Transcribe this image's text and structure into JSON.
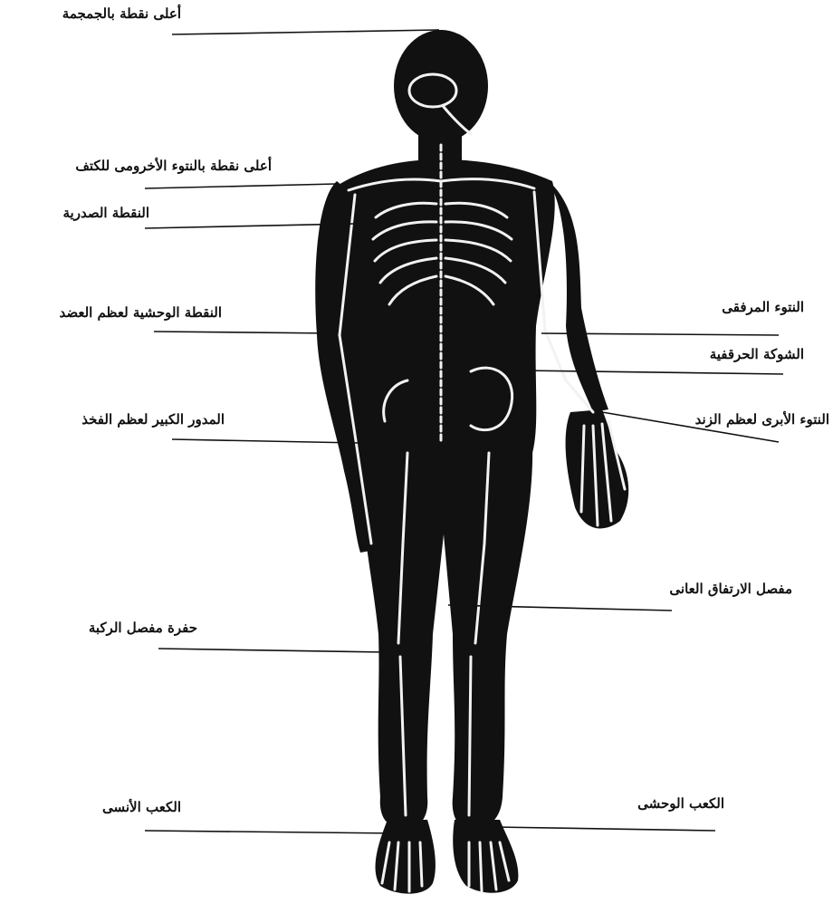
{
  "labels": {
    "skull_top": "أعلى نقطة بالجمجمة",
    "acromion_top": "أعلى نقطة بالنتوء الأخرومى للكتف",
    "chest_point": "النقطة الصدرية",
    "humerus_lateral": "النقطة الوحشية لعظم العضد",
    "femur_trochanter": "المدور الكبير لعظم الفخذ",
    "knee_fossa": "حفرة مفصل الركبة",
    "medial_malleolus": "الكعب الأنسى",
    "olecranon": "النتوء المرفقى",
    "iliac_spine": "الشوكة الحرقفية",
    "ulna_styloid": "النتوء الأبرى لعظم الزند",
    "pubic_symphysis": "مفصل الارتفاق العانى",
    "lateral_malleolus": "الكعب الوحشى"
  },
  "colors": {
    "ink": "#111111",
    "bone": "#f2f2f2",
    "paper": "#ffffff"
  }
}
